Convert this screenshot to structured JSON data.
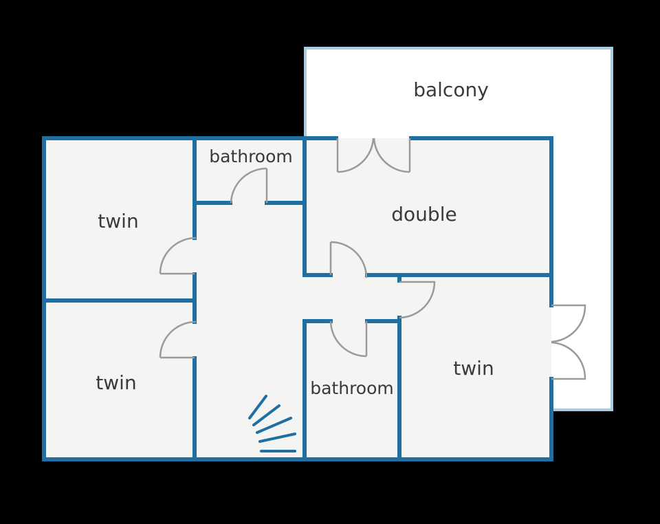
{
  "colors": {
    "background": "#000000",
    "wall": "#1f6fa3",
    "floor": "#f4f4f3",
    "balcony_fill": "#ffffff",
    "balcony_border": "#a8cde3",
    "door": "#9a9a9a",
    "label": "#3a3a3a"
  },
  "rooms": {
    "balcony": "balcony",
    "bathroom_top": "bathroom",
    "twin_top_left": "twin",
    "double": "double",
    "twin_bottom_left": "twin",
    "bathroom_bottom": "bathroom",
    "twin_right": "twin"
  },
  "stairs": {
    "steps": 5
  }
}
